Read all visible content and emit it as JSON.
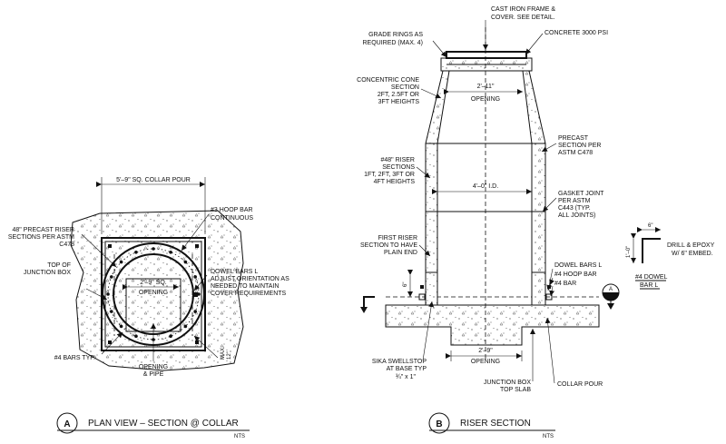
{
  "plan_view": {
    "top_dim": "5'–9\" SQ. COLLAR POUR",
    "hoop_bar": [
      "#3 HOOP BAR",
      "CONTINUOUS"
    ],
    "riser_sections": [
      "48\" PRECAST RISER",
      "SECTIONS PER ASTM",
      "C478"
    ],
    "junction_box": [
      "TOP OF",
      "JUNCTION BOX"
    ],
    "dowel_bars": [
      "DOWEL BARS L",
      "ADJUST ORIENTATION AS",
      "NEEDED TO MAINTAIN",
      "COVER REQUIREMENTS"
    ],
    "opening_sq": "2'–9\" SQ.",
    "opening": "OPENING",
    "bars_typ": "#4 BARS TYP.",
    "opening_pipe": [
      "OPENING",
      "& PIPE"
    ],
    "max_dim": [
      "MAX.",
      "12\""
    ],
    "callout_letter": "A",
    "title": "PLAN VIEW – SECTION @ COLLAR",
    "scale": "NTS"
  },
  "riser_section": {
    "frame_cover": [
      "CAST IRON FRAME &",
      "COVER. SEE DETAIL."
    ],
    "grade_rings": [
      "GRADE RINGS AS",
      "REQUIRED (MAX. 4)"
    ],
    "concrete": "CONCRETE 3000 PSI",
    "cone_section": [
      "CONCENTRIC CONE",
      "SECTION",
      "2FT, 2.5FT OR",
      "3FT HEIGHTS"
    ],
    "top_opening": [
      "2'–11\"",
      "OPENING"
    ],
    "precast_section": [
      "PRECAST",
      "SECTION PER",
      "ASTM C478"
    ],
    "riser_sections": [
      "#48\" RISER",
      "SECTIONS",
      "1FT, 2FT, 3FT OR",
      "4FT HEIGHTS"
    ],
    "id_dim": "4'–0\" I.D.",
    "gasket": [
      "GASKET JOINT",
      "PER ASTM",
      "C443 (TYP.",
      "ALL JOINTS)"
    ],
    "first_riser": [
      "FIRST RISER",
      "SECTION TO HAVE",
      "PLAIN END"
    ],
    "dowel_bars": "DOWEL BARS L",
    "hoop_bar": "#4 HOOP BAR",
    "bar4": "#4 BAR",
    "six_in": "6\"",
    "bottom_opening": [
      "2'–9\"",
      "OPENING"
    ],
    "swellstop": [
      "SIKA SWELLSTOP",
      "AT BASE TYP",
      "¾\" x 1\""
    ],
    "junction_slab": [
      "JUNCTION BOX",
      "TOP SLAB"
    ],
    "collar_pour": "COLLAR POUR",
    "callout_letter": "B",
    "section_marker": "A",
    "title": "RISER SECTION",
    "scale": "NTS"
  },
  "dowel_detail": {
    "top_dim": "6\"",
    "side_dim": "1'–0\"",
    "note": [
      "DRILL & EPOXY",
      "W/ 6\" EMBED."
    ],
    "title": [
      "#4 DOWEL",
      "BAR L"
    ]
  }
}
